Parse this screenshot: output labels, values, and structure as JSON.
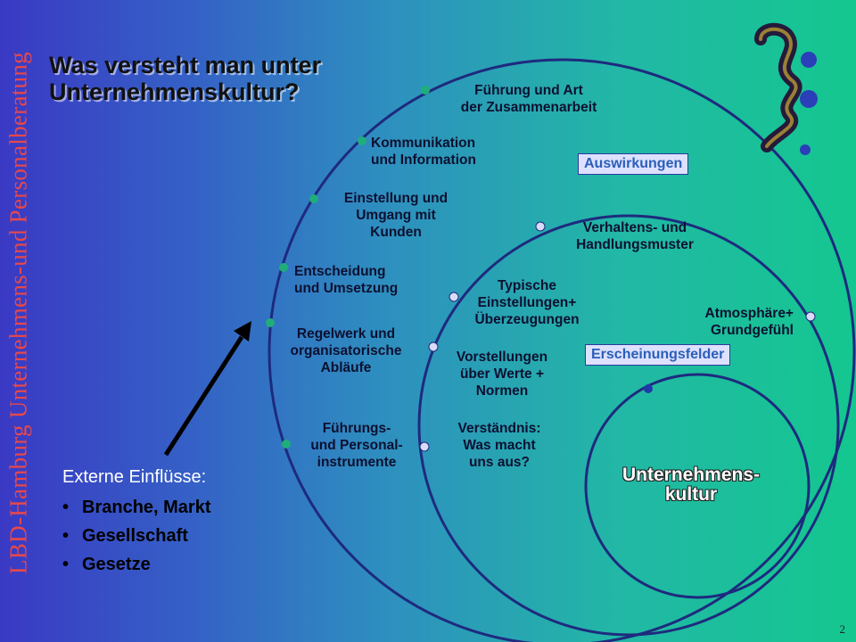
{
  "brand": {
    "vertical_text": "LBD-Hamburg Unternehmens-und Personalberatung"
  },
  "title": {
    "line1": "Was versteht man unter",
    "line2": "Unternehmenskultur?"
  },
  "outer_ring_items": [
    {
      "text": "Führung und Art\nder Zusammenarbeit"
    },
    {
      "text": "Kommunikation\nund Information"
    },
    {
      "text": "Einstellung und\nUmgang mit\nKunden"
    },
    {
      "text": "Entscheidung\nund Umsetzung"
    },
    {
      "text": "Regelwerk und\norganisatorische\nAbläufe"
    },
    {
      "text": "Führungs-\nund Personal-\ninstrumente"
    }
  ],
  "middle_ring_items": [
    {
      "text": "Verhaltens- und\nHandlungsmuster"
    },
    {
      "text": "Typische\nEinstellungen+\nÜberzeugungen"
    },
    {
      "text": "Vorstellungen\nüber Werte +\nNormen"
    },
    {
      "text": "Verständnis:\nWas macht\nuns aus?"
    },
    {
      "text": "Atmosphäre+\nGrundgefühl"
    }
  ],
  "core": {
    "text": "Unternehmens-\nkultur"
  },
  "tags": {
    "auswirkungen": "Auswirkungen",
    "erscheinungsfelder": "Erscheinungsfelder"
  },
  "external": {
    "heading": "Externe Einflüsse:",
    "items": [
      "Branche, Markt",
      "Gesellschaft",
      "Gesetze"
    ]
  },
  "page_number": "2",
  "colors": {
    "ring_stroke": "#1e2a7e",
    "outer_dot": "#1fae7a",
    "middle_dot": "#d8dcf8",
    "core_dot": "#1e3aa8",
    "brand_text": "#e8484a",
    "tag_fill": "#dde1ff"
  }
}
